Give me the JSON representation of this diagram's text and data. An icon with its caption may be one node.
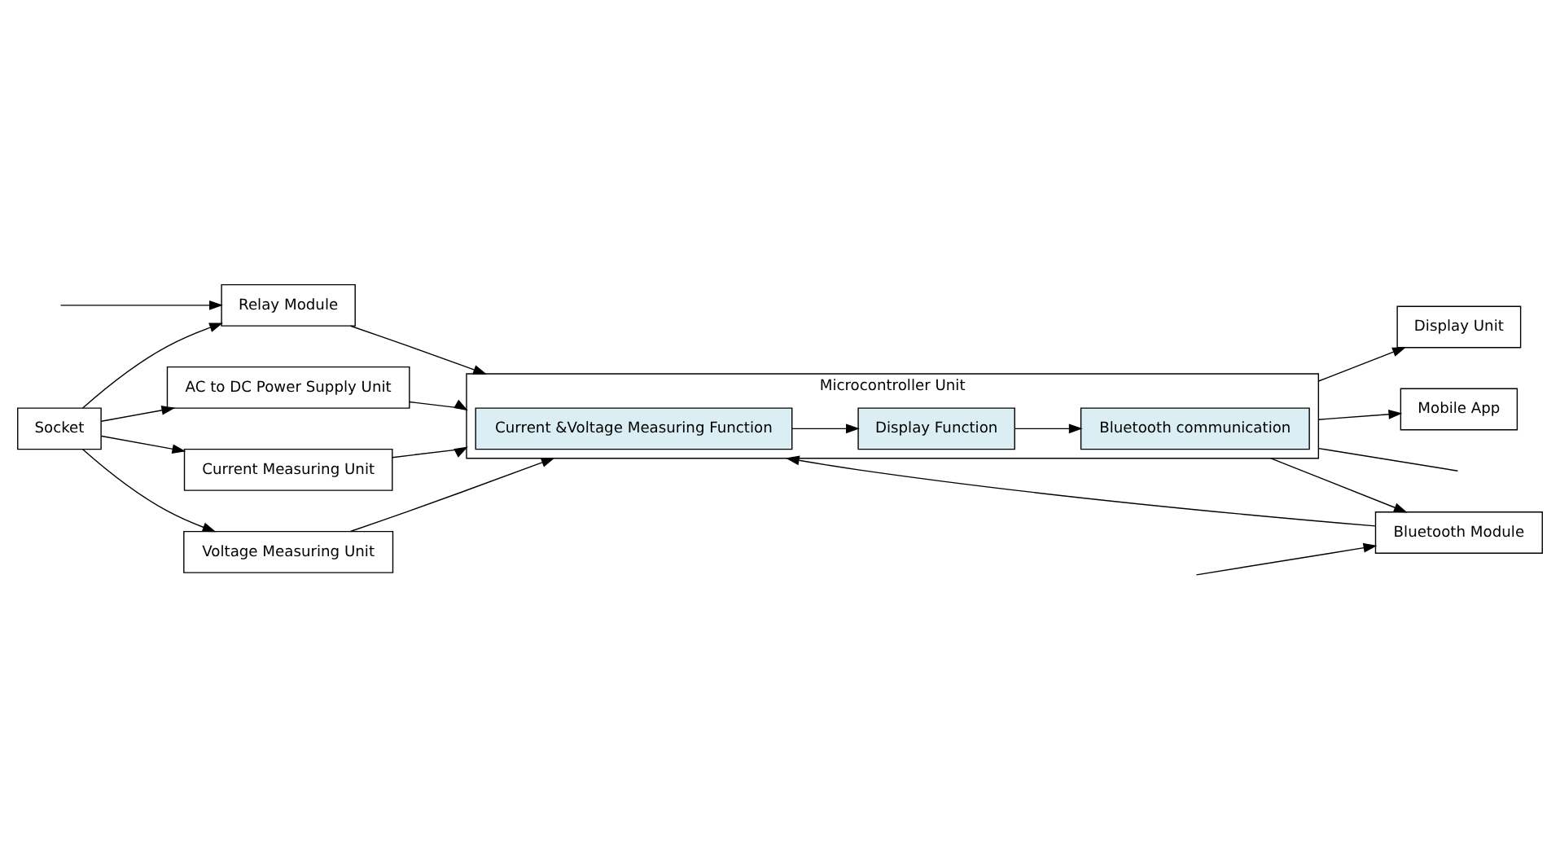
{
  "diagram": {
    "nodes": [
      {
        "text": [
          "Socket"
        ]
      },
      {
        "text": [
          "Relay Module"
        ]
      },
      {
        "text": [
          "AC to DC Power Supply Unit"
        ]
      },
      {
        "text": [
          "Current Measuring Unit"
        ]
      },
      {
        "text": [
          "Voltage Measuring Unit"
        ]
      },
      {
        "text": [
          "Microcontroller Unit"
        ]
      },
      {
        "text": [
          "Current &Voltage Measuring Function"
        ],
        "in": 5
      },
      {
        "text": [
          "Display Function"
        ],
        "in": 5
      },
      {
        "text": [
          "Bluetooth communication"
        ],
        "in": 5
      },
      {
        "text": [
          "Display Unit"
        ]
      },
      {
        "text": [
          "Mobile App"
        ]
      },
      {
        "text": [
          "Bluetooth Module"
        ]
      }
    ],
    "edges": [
      {
        "from": 0,
        "to": 1,
        "arrow": "to"
      },
      {
        "from": 0,
        "to": 2,
        "arrow": "to"
      },
      {
        "from": 0,
        "to": 3,
        "arrow": "to"
      },
      {
        "from": 0,
        "to": 4,
        "arrow": "to"
      },
      {
        "from": 2,
        "to": 5,
        "arrow": "to"
      },
      {
        "from": 3,
        "to": 5,
        "arrow": "to"
      },
      {
        "from": 4,
        "to": 5,
        "arrow": "to"
      },
      {
        "from": 6,
        "to": 7,
        "arrow": "to"
      },
      {
        "from": 7,
        "to": 8,
        "arrow": "to"
      },
      {
        "from": 5,
        "to": 9,
        "arrow": "to"
      },
      {
        "from": 5,
        "to": 10,
        "arrow": "to"
      },
      {
        "from": 11,
        "to": 5,
        "arrow": "to"
      },
      {
        "from": 5,
        "to": 11,
        "arrow": "to"
      },
      {
        "from": 1,
        "to": 5,
        "arrow": "to"
      },
      {
        "from": null,
        "to": 1,
        "arrow": "to"
      },
      {
        "from": 5,
        "to": null,
        "arrow": "none"
      },
      {
        "from": null,
        "to": 11,
        "arrow": "to"
      }
    ]
  }
}
